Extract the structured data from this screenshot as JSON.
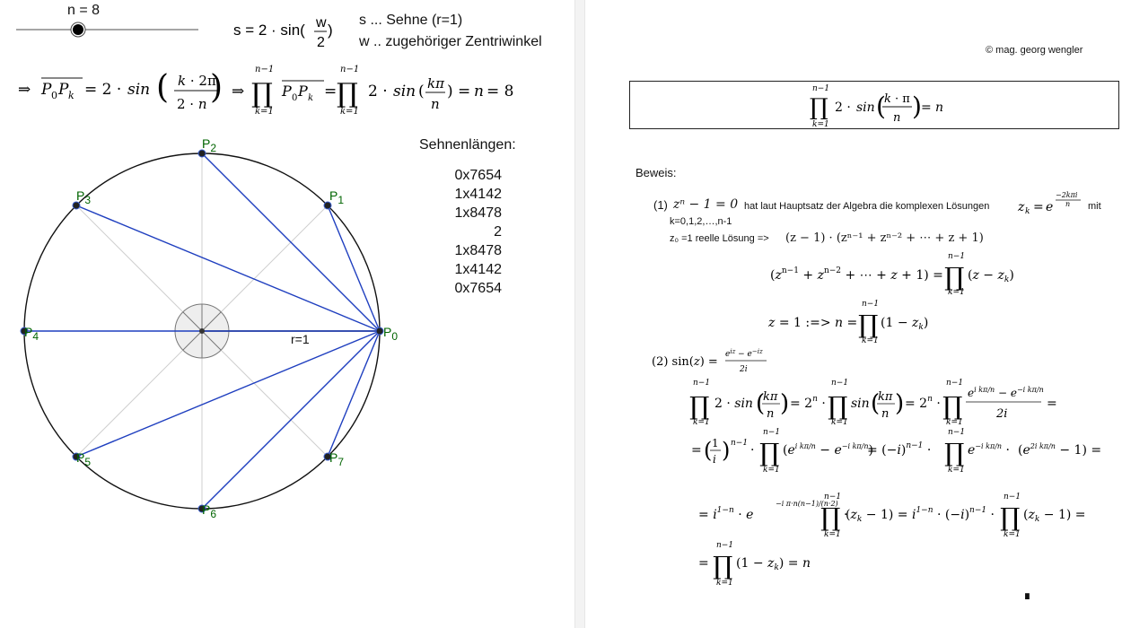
{
  "slider": {
    "label": "n = 8",
    "value": 8
  },
  "header": {
    "formula_s": "s = 2 · sin(w/2)",
    "legend_s": "s ... Sehne (r=1)",
    "legend_w": "w .. zugehöriger Zentriwinkel"
  },
  "formulas": {
    "p0pk": "⇒ P₀Pₖ = 2 · sin(k · 2π / (2 · n))",
    "product": "⇒ ∏ P₀Pₖ = ∏ 2 · sin(kπ/n) = n = 8",
    "prod_upper": "n−1",
    "prod_lower": "k=1"
  },
  "chords": {
    "title": "Sehnenlängen:",
    "values": [
      "0x7654",
      "1x4142",
      "1x8478",
      "2",
      "1x8478",
      "1x4142",
      "0x7654"
    ]
  },
  "circle": {
    "points": [
      "P0",
      "P1",
      "P2",
      "P3",
      "P4",
      "P5",
      "P6",
      "P7"
    ],
    "radius_label": "r=1",
    "chord_color": "#1f3fbf",
    "point_label_color": "#006400"
  },
  "proof": {
    "copyright": "© mag. georg wengler",
    "boxed_formula": "∏ 2 · sin(k · π / n) = n",
    "beweis": "Beweis:",
    "step1_num": "(1)",
    "step1_eq": "zⁿ − 1 = 0",
    "step1_text": "hat laut Hauptsatz der Algebra die komplexen Lösungen",
    "step1_zk": "zₖ = e^(−2kπi/n)",
    "step1_mit": "mit",
    "step1_k": "k=0,1,2,…,n-1",
    "step1_z0_text": "z₀ =1 reelle Lösung =>",
    "step1_factor": "(z − 1) · (zⁿ⁻¹ + zⁿ⁻² + ⋯ + z + 1)",
    "step1_line2": "(zⁿ⁻¹ + zⁿ⁻² + ⋯ + z + 1) = ∏(z − zₖ)",
    "step1_line3": "z = 1 :=> n = ∏(1 − zₖ)",
    "step2_num": "(2)",
    "step2_sin": "sin(z) = (e^(iz) − e^(−iz)) / 2i",
    "step2_line1": "∏ 2 · sin(kπ/n) = 2ⁿ · ∏ sin(kπ/n) = 2ⁿ · ∏ (e^(ikπ/n) − e^(−ikπ/n)) / 2i =",
    "step2_line2": "= (1/i)ⁿ⁻¹ · ∏(e^(ikπ/n) − e^(−ikπ/n)) = (−i)ⁿ⁻¹ · ∏ e^(−ikπ/n) · (e^(2ikπ/n) − 1) =",
    "step2_line3": "= i¹⁻ⁿ · e^(−i π·n(n−1)/(n·2)) · ∏(zₖ − 1) = i¹⁻ⁿ · (−i)ⁿ⁻¹ · ∏(zₖ − 1) =",
    "step2_line4": "= ∏(1 − zₖ) = n",
    "qed": "∎"
  }
}
